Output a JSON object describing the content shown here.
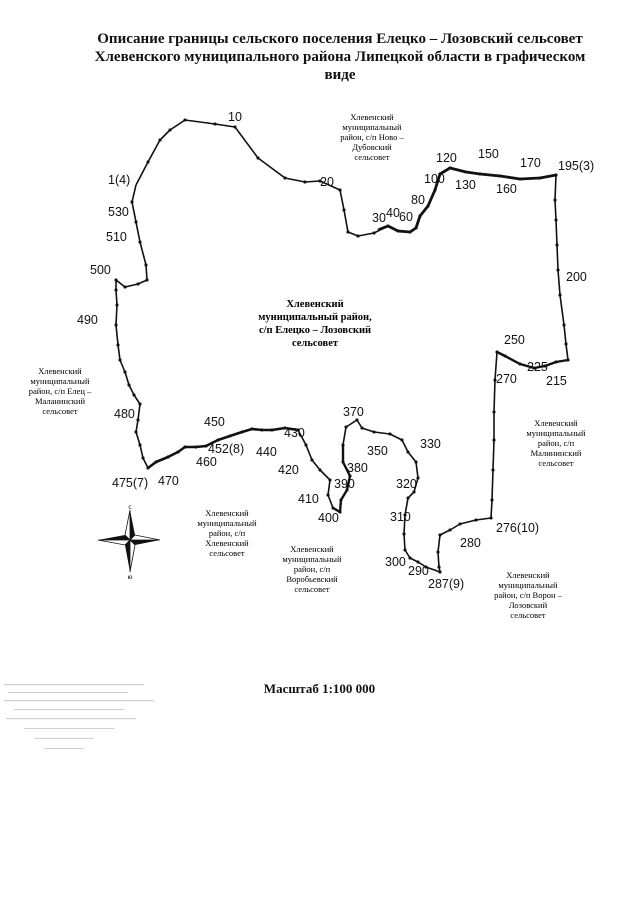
{
  "title": {
    "line1": "Описание границы сельского поселения Елецко – Лозовский сельсовет",
    "line2": "Хлевенского муниципального района Липецкой области в графическом",
    "line3": "виде"
  },
  "scale_label": "Масштаб 1:100 000",
  "compass": {
    "north": "с",
    "south": "ю"
  },
  "central_region": {
    "lines": [
      "Хлевенский",
      "муниципальный район,",
      "с/п Елецко – Лозовский",
      "сельсовет"
    ]
  },
  "neighbors": {
    "north": [
      "Хлевенский",
      "муниципальный",
      "район, с/п Ново –",
      "Дубовский",
      "сельсовет"
    ],
    "west": [
      "Хлевенский",
      "муниципальный",
      "район, с/п Елец –",
      "Маланинский",
      "сельсовет"
    ],
    "south_west": [
      "Хлевенский",
      "муниципальный",
      "район, с/п",
      "Хлевенский",
      "сельсовет"
    ],
    "south": [
      "Хлевенский",
      "муниципальный",
      "район, с/п",
      "Воробьевский",
      "сельсовет"
    ],
    "east": [
      "Хлевенский",
      "муниципальный",
      "район, с/п",
      "Малининский",
      "сельсовет"
    ],
    "south_east": [
      "Хлевенский",
      "муниципальный",
      "район, с/п Ворон –",
      "Лозовский",
      "сельсовет"
    ]
  },
  "points": {
    "p10": "10",
    "p1_4": "1(4)",
    "p530": "530",
    "p510": "510",
    "p500": "500",
    "p490": "490",
    "p480": "480",
    "p475_7": "475(7)",
    "p470": "470",
    "p460": "460",
    "p452_8": "452(8)",
    "p450": "450",
    "p440": "440",
    "p430": "430",
    "p420": "420",
    "p410": "410",
    "p400": "400",
    "p390": "390",
    "p380": "380",
    "p370": "370",
    "p350": "350",
    "p330": "330",
    "p320": "320",
    "p310": "310",
    "p300": "300",
    "p290": "290",
    "p287_9": "287(9)",
    "p280": "280",
    "p276_10": "276(10)",
    "p270": "270",
    "p250": "250",
    "p225": "225",
    "p215": "215",
    "p200": "200",
    "p195_3": "195(3)",
    "p170": "170",
    "p160": "160",
    "p150": "150",
    "p130": "130",
    "p120": "120",
    "p100": "100",
    "p80": "80",
    "p60": "60",
    "p40": "40",
    "p30": "30",
    "p20": "20"
  }
}
